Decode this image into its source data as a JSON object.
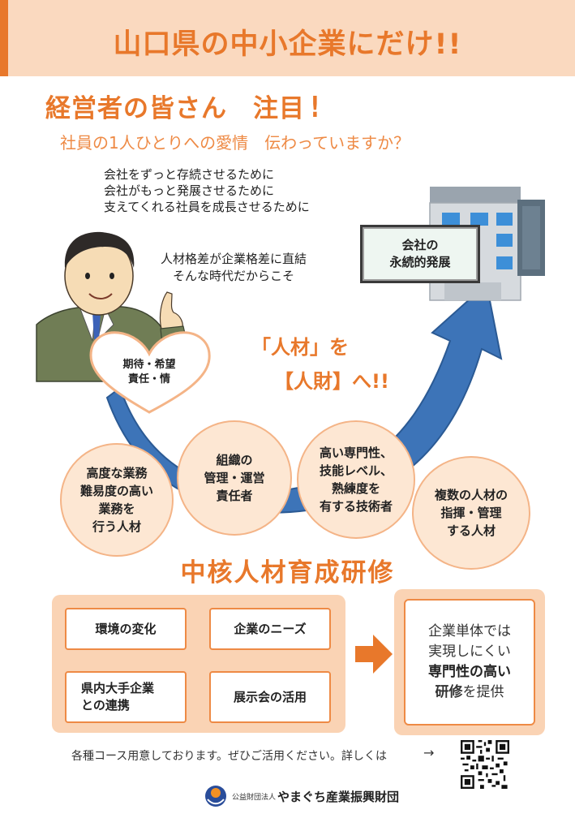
{
  "banner": {
    "title": "山口県の中小企業にだけ!!"
  },
  "headline": {
    "text": "経営者の皆さん　注目",
    "mark": "!"
  },
  "subline": "社員の1人ひとりへの愛情　伝わっていますか？",
  "purpose": [
    "会社をずっと存続させるために",
    "会社がもっと発展させるために",
    "支えてくれる社員を成長させるために"
  ],
  "era": [
    "人材格差が企業格差に直結",
    "そんな時代だからこそ"
  ],
  "sign": [
    "会社の",
    "永続的発展"
  ],
  "heart": [
    "期待・希望",
    "責任・情"
  ],
  "jinzai": {
    "line1": "「人材」を",
    "line2": "【人財】へ!!"
  },
  "circles": [
    {
      "lines": [
        "高度な業務",
        "難易度の高い",
        "業務を",
        "行う人材"
      ]
    },
    {
      "lines": [
        "組織の",
        "管理・運営",
        "責任者"
      ]
    },
    {
      "lines": [
        "高い専門性、",
        "技能レベル、",
        "熟練度を",
        "有する技術者"
      ]
    },
    {
      "lines": [
        "複数の人材の",
        "指揮・管理",
        "する人材"
      ]
    }
  ],
  "course": {
    "title": "中核人材育成研修"
  },
  "factors": {
    "env": [
      "環境の変化"
    ],
    "needs": [
      "企業のニーズ"
    ],
    "partner": [
      "県内大手企業",
      "との連携"
    ],
    "expo": [
      "展示会の活用"
    ]
  },
  "offer": {
    "line1": "企業単体では",
    "line2": "実現しにくい",
    "line3": "専門性の高い",
    "line4_strong": "研修",
    "line4_rest": "を提供"
  },
  "footer": {
    "note": "各種コース用意しております。ぜひご活用ください。詳しくは",
    "arrow": "→"
  },
  "org": {
    "prefix": "公益財団法人",
    "name": "やまぐち産業振興財団"
  },
  "colors": {
    "accent": "#e8782b",
    "banner": "#fad9bf",
    "arrow": "#3d74b8",
    "circle_fill": "#fde7d3"
  }
}
